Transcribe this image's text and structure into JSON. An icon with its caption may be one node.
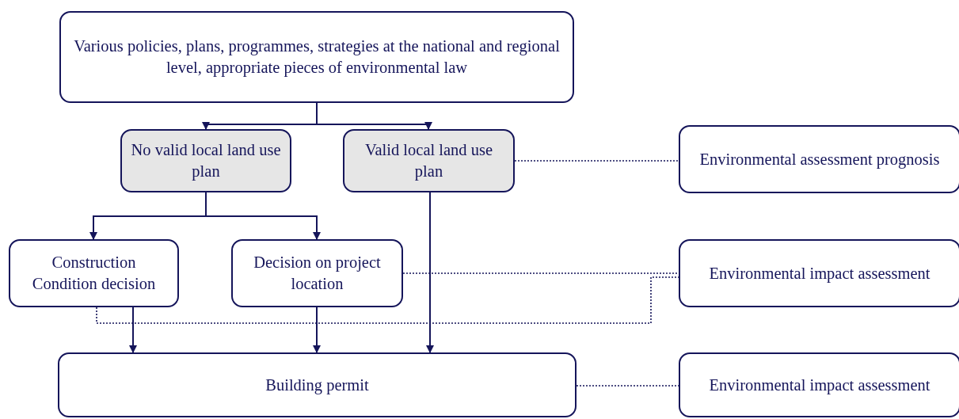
{
  "diagram": {
    "nodes": [
      {
        "text": [
          "Various policies, plans, programmes, strategies at the national and regional level, appropriate pieces of environmental law"
        ]
      },
      {
        "text": [
          "No valid local land use plan"
        ]
      },
      {
        "text": [
          "Valid local land use plan"
        ]
      },
      {
        "text": [
          "Environmental assessment prognosis"
        ]
      },
      {
        "text": [
          "Construction Condition decision"
        ]
      },
      {
        "text": [
          "Decision on project location"
        ]
      },
      {
        "text": [
          "Environmental impact assessment"
        ]
      },
      {
        "text": [
          "Building permit"
        ]
      },
      {
        "text": [
          "Environmental impact assessment"
        ]
      }
    ],
    "edges": [
      {
        "from": 0,
        "to": 1,
        "arrow": "to"
      },
      {
        "from": 0,
        "to": 2,
        "arrow": "to"
      },
      {
        "from": 1,
        "to": 4,
        "arrow": "to"
      },
      {
        "from": 1,
        "to": 5,
        "arrow": "to"
      },
      {
        "from": 4,
        "to": 7,
        "arrow": "to"
      },
      {
        "from": 5,
        "to": 7,
        "arrow": "to"
      },
      {
        "from": 2,
        "to": 7,
        "arrow": "to"
      },
      {
        "from": 2,
        "to": 3,
        "arrow": "none",
        "style": "dashed"
      },
      {
        "from": 5,
        "to": 6,
        "arrow": "none",
        "style": "dashed"
      },
      {
        "from": 4,
        "to": 6,
        "arrow": "none",
        "style": "dashed"
      },
      {
        "from": 7,
        "to": 8,
        "arrow": "none",
        "style": "dashed"
      }
    ]
  }
}
